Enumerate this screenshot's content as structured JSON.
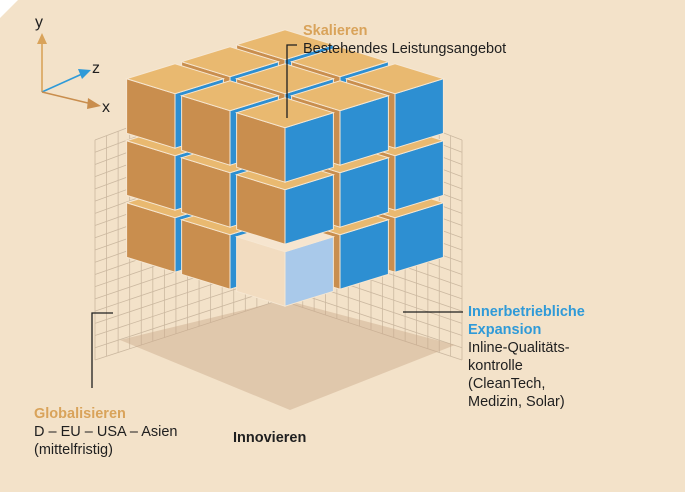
{
  "colors": {
    "background": "#f3e2c9",
    "gold": "#d9a35a",
    "blue": "#2f9ad8",
    "cube_orange": "#c98e4e",
    "cube_blue": "#2d8fd2",
    "cube_top": "#e9b970",
    "highlight_cube": "#f2dcc0"
  },
  "axes": {
    "y": "y",
    "z": "z",
    "x": "x"
  },
  "labels": {
    "skalieren": {
      "title": "Skalieren",
      "text": "Bestehendes Leistungsangebot"
    },
    "innerbetrieblich": {
      "title_line1": "Innerbetriebliche",
      "title_line2": "Expansion",
      "line1": "Inline-Qualitäts-",
      "line2": "kontrolle",
      "line3": "(CleanTech,",
      "line4": "Medizin, Solar)"
    },
    "globalisieren": {
      "title": "Globalisieren",
      "line1": "D – EU – USA – Asien",
      "line2": "(mittelfristig)"
    },
    "innovieren": {
      "title": "Innovieren"
    }
  }
}
